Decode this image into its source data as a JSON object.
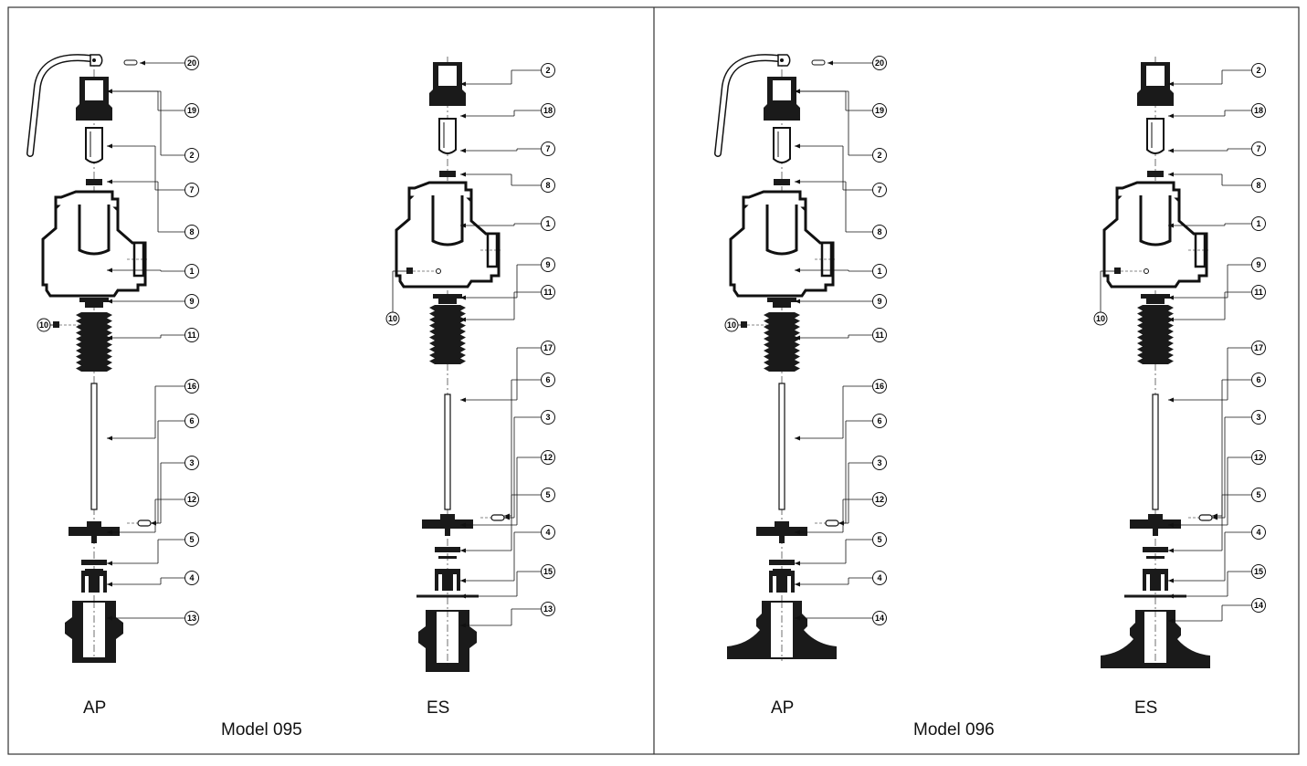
{
  "panels": [
    {
      "model_label": "Model 095",
      "views": [
        {
          "variant_label": "AP",
          "bottom": "body13",
          "top": "ap",
          "callouts": [
            "20",
            "19",
            "2",
            "7",
            "8",
            "1",
            "10",
            "9",
            "11",
            "16",
            "6",
            "3",
            "12",
            "5",
            "4",
            "13"
          ]
        },
        {
          "variant_label": "ES",
          "bottom": "body13",
          "top": "es",
          "callouts": [
            "2",
            "18",
            "7",
            "8",
            "1",
            "9",
            "10",
            "11",
            "17",
            "6",
            "3",
            "12",
            "5",
            "4",
            "15",
            "13"
          ]
        }
      ]
    },
    {
      "model_label": "Model 096",
      "views": [
        {
          "variant_label": "AP",
          "bottom": "body14",
          "top": "ap",
          "callouts": [
            "20",
            "19",
            "2",
            "7",
            "8",
            "1",
            "10",
            "9",
            "11",
            "16",
            "6",
            "3",
            "12",
            "5",
            "4",
            "14"
          ]
        },
        {
          "variant_label": "ES",
          "bottom": "body14",
          "top": "es",
          "callouts": [
            "2",
            "18",
            "7",
            "8",
            "1",
            "9",
            "10",
            "11",
            "17",
            "6",
            "3",
            "12",
            "5",
            "4",
            "15",
            "14"
          ]
        }
      ]
    }
  ],
  "colors": {
    "line": "#111111",
    "frame": "#333333",
    "fill": "#1a1a1a",
    "background": "#ffffff"
  }
}
